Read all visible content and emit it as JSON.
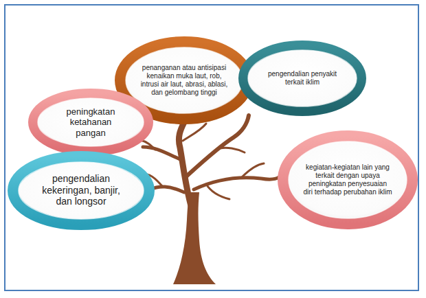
{
  "diagram": {
    "nodes": [
      {
        "text": [
          "penanganan atau antisipasi kenaikan muka laut, rob, intrusi air laut, abrasi, ablasi, dan gelombang tinggi"
        ]
      },
      {
        "text": [
          "pengendalian penyakit terkait iklim"
        ]
      },
      {
        "text": [
          "peningkatan ketahanan pangan"
        ]
      },
      {
        "text": [
          "kegiatan-kegiatan lain yang terkait dengan upaya peningkatan penyesuaian diri terhadap perubahan iklim"
        ]
      },
      {
        "text": [
          "pengendalian kekeringan, banjir, dan longsor"
        ]
      }
    ]
  }
}
